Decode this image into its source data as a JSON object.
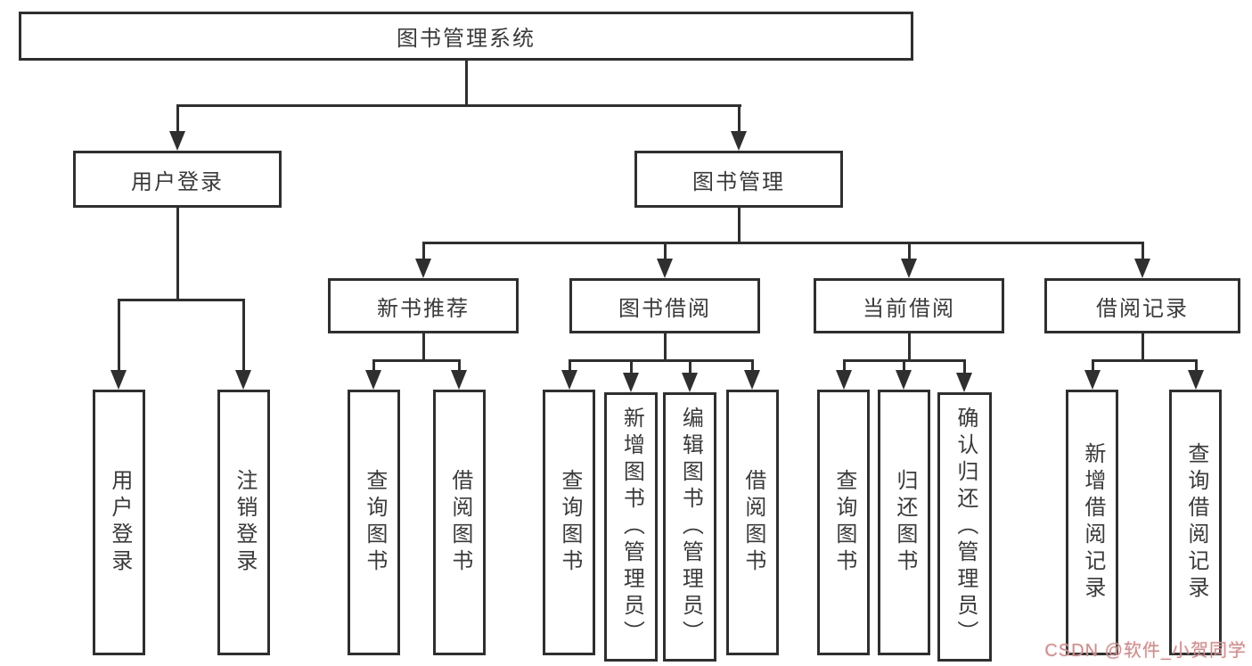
{
  "diagram_type": "hierarchy-tree",
  "tree": {
    "label": "图书管理系统",
    "children": [
      {
        "label": "用户登录",
        "children": [
          {
            "label": "用户登录"
          },
          {
            "label": "注销登录"
          }
        ]
      },
      {
        "label": "图书管理",
        "children": [
          {
            "label": "新书推荐",
            "children": [
              {
                "label": "查询图书"
              },
              {
                "label": "借阅图书"
              }
            ]
          },
          {
            "label": "图书借阅",
            "children": [
              {
                "label": "查询图书"
              },
              {
                "label": "新增图书（管理员）"
              },
              {
                "label": "编辑图书（管理员）"
              },
              {
                "label": "借阅图书"
              }
            ]
          },
          {
            "label": "当前借阅",
            "children": [
              {
                "label": "查询图书"
              },
              {
                "label": "归还图书"
              },
              {
                "label": "确认归还（管理员）"
              }
            ]
          },
          {
            "label": "借阅记录",
            "children": [
              {
                "label": "新增借阅记录"
              },
              {
                "label": "查询借阅记录"
              }
            ]
          }
        ]
      }
    ]
  },
  "watermark": {
    "text": "CSDN @软件_小贺同学"
  },
  "colors": {
    "line": "#2f2f2f",
    "text": "#3a3a3a",
    "background": "#ffffff",
    "watermark": "#c98f8f"
  }
}
